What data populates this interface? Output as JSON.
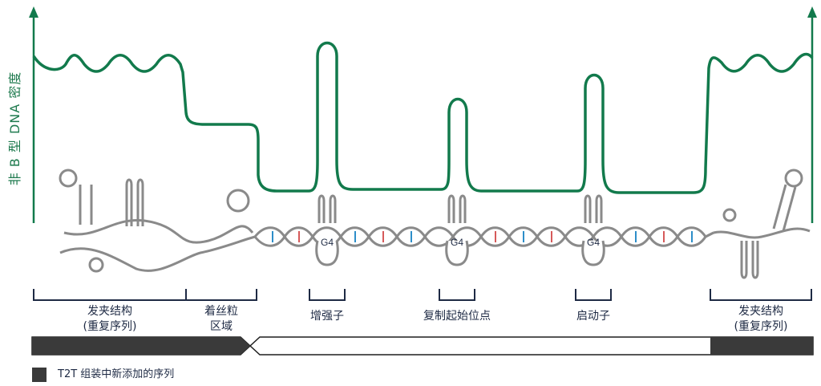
{
  "y_axis_label": "非 B 型 DNA 密度",
  "regions": [
    {
      "id": "hairpin-left",
      "line1": "发夹结构",
      "line2": "(重复序列)"
    },
    {
      "id": "centromere",
      "line1": "着丝粒",
      "line2": "区域"
    },
    {
      "id": "enhancer",
      "line1": "增强子",
      "line2": ""
    },
    {
      "id": "replication-origin",
      "line1": "复制起始位点",
      "line2": ""
    },
    {
      "id": "promoter",
      "line1": "启动子",
      "line2": ""
    },
    {
      "id": "hairpin-right",
      "line1": "发夹结构",
      "line2": "(重复序列)"
    }
  ],
  "g4_label": "G4",
  "legend": {
    "text": "T2T 组装中新添加的序列"
  },
  "colors": {
    "density_curve": "#127a4c",
    "axis": "#127a4c",
    "bracket": "#1e2a44",
    "t2t_bar": "#3a3a3a",
    "dna_strand": "#8a8a8a",
    "base_blue": "#2d8ec9",
    "base_red": "#d65a5a"
  }
}
